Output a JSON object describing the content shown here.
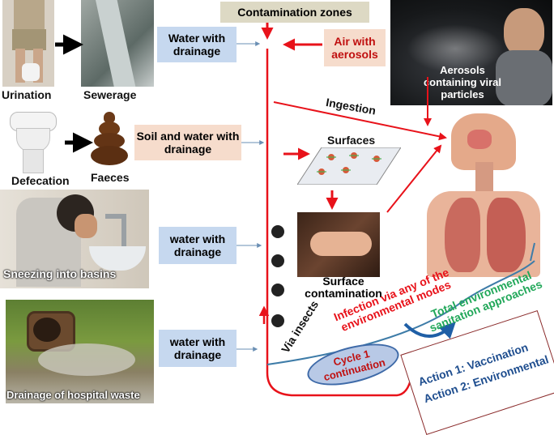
{
  "title": "Contamination zones",
  "sources": {
    "urination": "Urination",
    "sewerage": "Sewerage",
    "defecation": "Defecation",
    "faeces": "Faeces",
    "sneezing": "Sneezing into basins",
    "drainage_hospital": "Drainage of hospital waste"
  },
  "zones": {
    "water_drainage_1": "Water with drainage",
    "air_aerosols": "Air with aerosols",
    "soil_water": "Soil and water with drainage",
    "water_drainage_2": "water with drainage",
    "water_drainage_3": "water with drainage"
  },
  "aerosol_photo_caption": "Aerosols containing viral particles",
  "ingestion": "Ingestion",
  "surfaces": "Surfaces",
  "surface_contamination": "Surface contamination",
  "via_insects": "Via insects",
  "infection_modes": "Infection via any of the environmental modes",
  "sanitation": "Total environmental sanitation approaches",
  "cycle": "Cycle  1 continuation",
  "actions": {
    "action1": "Action 1: Vaccination",
    "action2": "Action 2: Environmental"
  },
  "colors": {
    "red": "#e8121a",
    "blue_box": "#c6d8ef",
    "peach_box": "#f6dccc",
    "tan_box": "#ddd9c4",
    "green": "#22a85a",
    "dark_blue": "#1f4e8f"
  }
}
